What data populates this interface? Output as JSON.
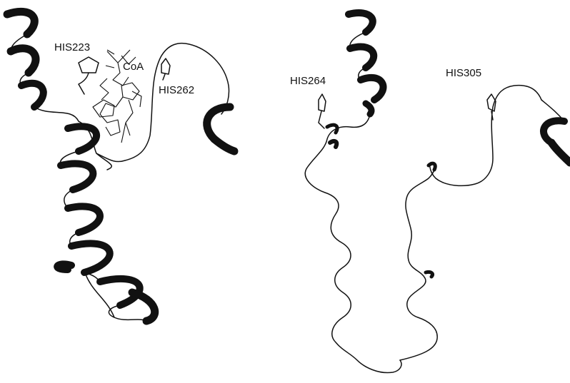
{
  "colors": {
    "ink": "#111111",
    "background": "#ffffff"
  },
  "left_panel": {
    "labels": {
      "his223": "HIS223",
      "coa": "CoA",
      "his262": "HIS262"
    }
  },
  "right_panel": {
    "labels": {
      "his264": "HIS264",
      "his305": "HIS305"
    }
  }
}
